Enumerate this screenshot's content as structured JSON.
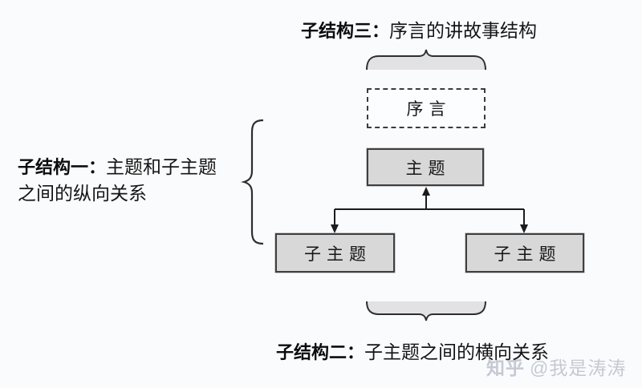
{
  "title": {
    "bold": "子结构三：",
    "rest": "序言的讲故事结构"
  },
  "left_label": {
    "bold": "子结构一：",
    "rest_line1": "主题和子主题",
    "rest_line2": "之间的纵向关系"
  },
  "bottom_label": {
    "bold": "子结构二：",
    "rest": "子主题之间的横向关系"
  },
  "nodes": {
    "preface": {
      "label": "序言",
      "style": "dashed"
    },
    "theme": {
      "label": "主题",
      "style": "solid-gray"
    },
    "subtheme_left": {
      "label": "子主题",
      "style": "solid-gray"
    },
    "subtheme_right": {
      "label": "子主题",
      "style": "solid-gray"
    }
  },
  "edges": [
    {
      "from": "subtheme-level",
      "to": "theme",
      "arrow": "up"
    },
    {
      "from": "branch",
      "to": "subtheme_left",
      "arrow": "down"
    },
    {
      "from": "branch",
      "to": "subtheme_right",
      "arrow": "down"
    }
  ],
  "watermark": {
    "brand": "知乎",
    "handle": "@我是涛涛"
  },
  "colors": {
    "background": "#fafbfd",
    "node_fill": "#d8d8d8",
    "node_border": "#3f3f3f",
    "brace_fill": "#e2e2e4",
    "brace_stroke": "#2e2e2e",
    "line": "#1c1c1c",
    "watermark": "#c5c9d2"
  }
}
